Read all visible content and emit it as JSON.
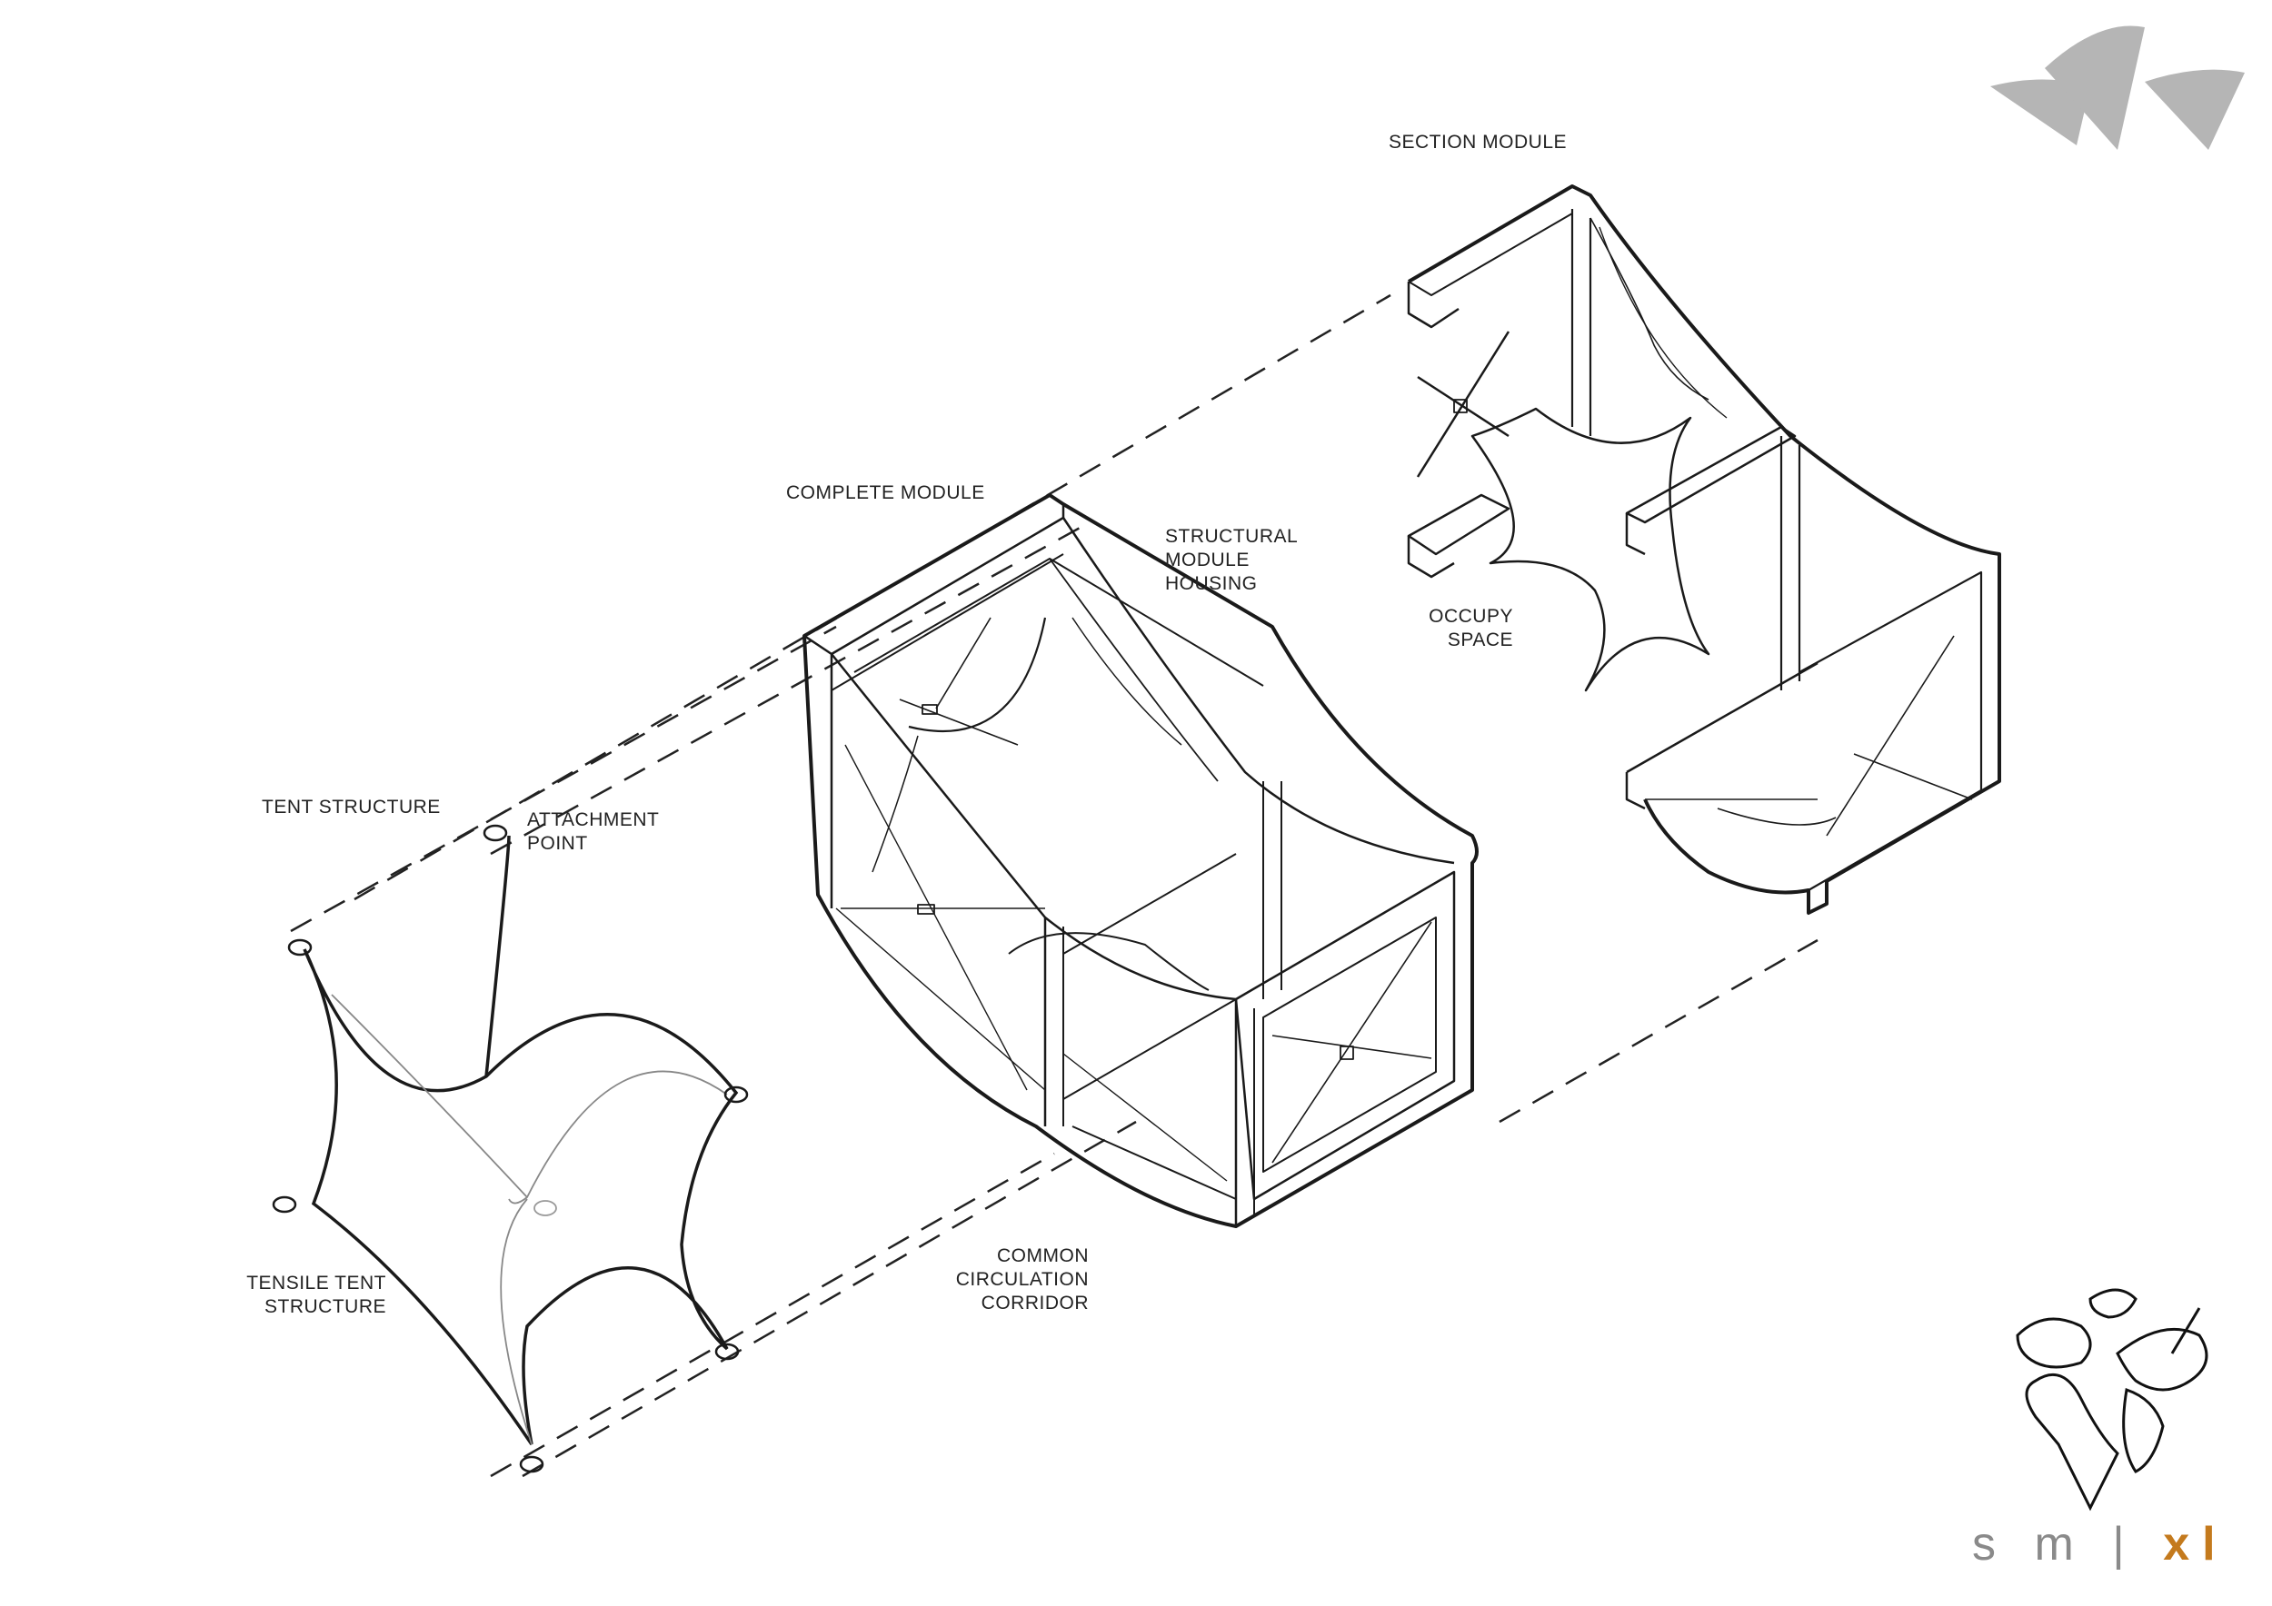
{
  "labels": {
    "section_module": "SECTION MODULE",
    "complete_module": "COMPLETE MODULE",
    "structural_housing": [
      "STRUCTURAL",
      "MODULE",
      "HOUSING"
    ],
    "occupy_space": [
      "OCCUPY",
      "SPACE"
    ],
    "tent_structure": "TENT STRUCTURE",
    "attachment_point": [
      "ATTACHMENT",
      "POINT"
    ],
    "tensile_tent": [
      "TENSILE TENT",
      "STRUCTURE"
    ],
    "circulation": [
      "COMMON",
      "CIRCULATION",
      "CORRIDOR"
    ]
  },
  "brand": {
    "s": "s",
    "m": "m",
    "sep": "|",
    "xl": "xl"
  },
  "colors": {
    "line": "#1a1a1a",
    "thin": "#777777",
    "logo_grey": "#b5b5b5",
    "brand_orange": "#c47a1d"
  },
  "icons": {
    "top_logo": "opera-house-shells-logo",
    "globe": "world-map-globe-icon"
  }
}
